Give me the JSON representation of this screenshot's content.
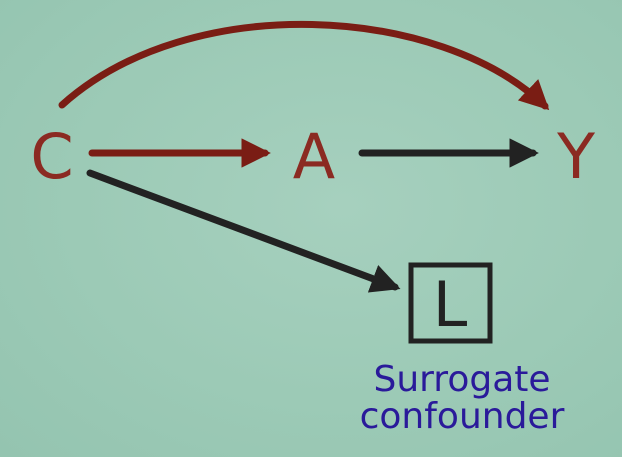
{
  "diagram": {
    "nodes": [
      {
        "id": "C",
        "label": "C",
        "color": "#8b2a22"
      },
      {
        "id": "A",
        "label": "A",
        "color": "#8b2a22"
      },
      {
        "id": "Y",
        "label": "Y",
        "color": "#8b2a22"
      },
      {
        "id": "L",
        "label": "L",
        "color": "#222222",
        "boxed": true
      }
    ],
    "edges": [
      {
        "from": "C",
        "to": "Y",
        "color": "#7a1d14",
        "curved": true
      },
      {
        "from": "C",
        "to": "A",
        "color": "#7a1d14"
      },
      {
        "from": "A",
        "to": "Y",
        "color": "#222222"
      },
      {
        "from": "C",
        "to": "L",
        "color": "#222222"
      }
    ],
    "annotation": {
      "line1": "Surrogate",
      "line2": "confounder",
      "color": "#2a1a9a"
    }
  }
}
